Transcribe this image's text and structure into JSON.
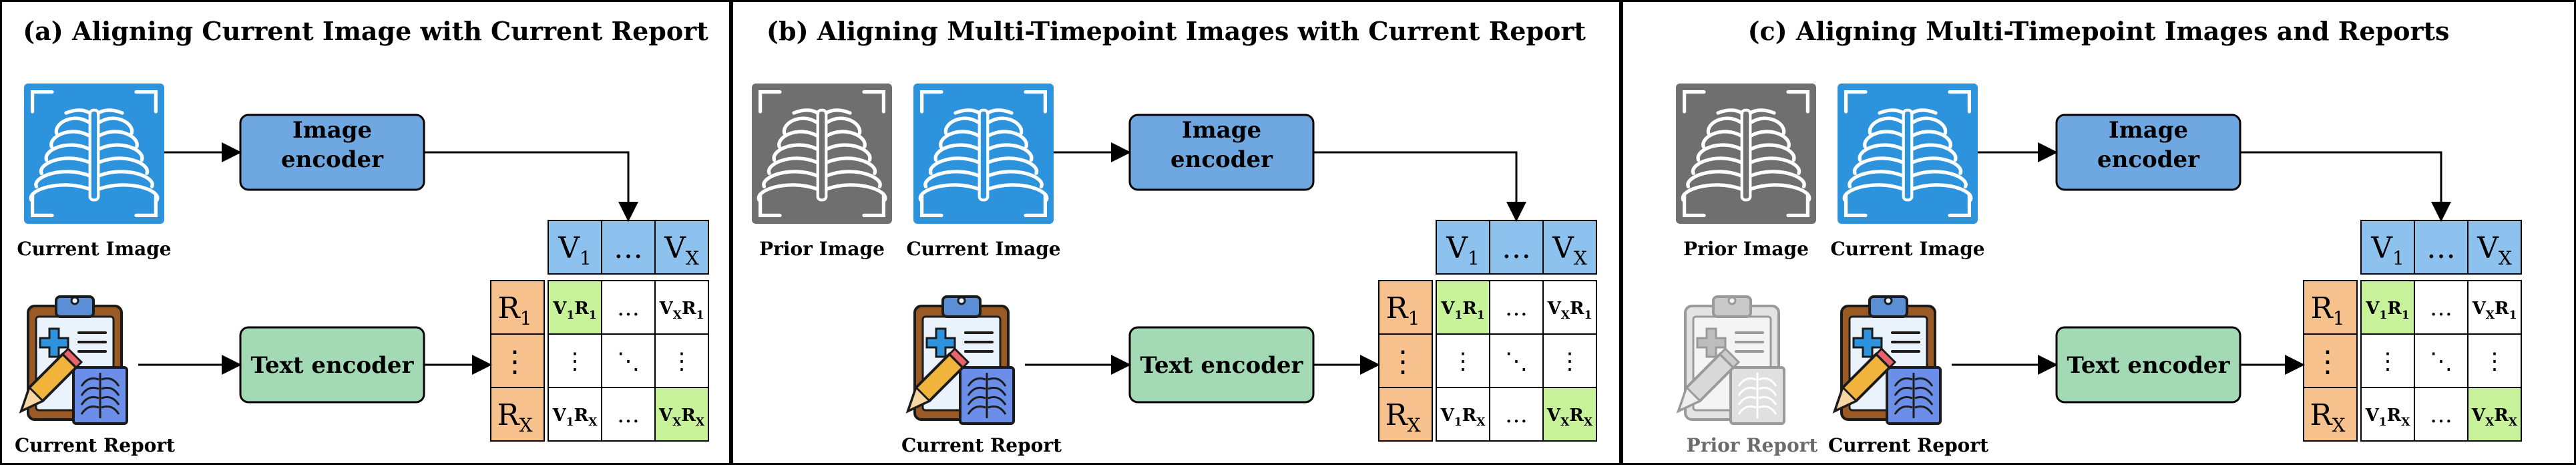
{
  "panels": [
    {
      "title": "(a) Aligning Current Image with Current Report",
      "images": [
        {
          "label": "Current Image",
          "style": "current"
        }
      ],
      "reports": [
        {
          "label": "Current Report",
          "style": "current"
        }
      ],
      "image_encoder": [
        "Image",
        "encoder"
      ],
      "text_encoder": "Text encoder"
    },
    {
      "title": "(b) Aligning Multi-Timepoint Images with Current Report",
      "images": [
        {
          "label": "Prior Image",
          "style": "prior"
        },
        {
          "label": "Current Image",
          "style": "current"
        }
      ],
      "reports": [
        {
          "label": "Current Report",
          "style": "current"
        }
      ],
      "image_encoder": [
        "Image",
        "encoder"
      ],
      "text_encoder": "Text encoder"
    },
    {
      "title": "(c) Aligning Multi-Timepoint Images and Reports",
      "images": [
        {
          "label": "Prior Image",
          "style": "prior"
        },
        {
          "label": "Current Image",
          "style": "current"
        }
      ],
      "reports": [
        {
          "label": "Prior Report",
          "style": "prior"
        },
        {
          "label": "Current Report",
          "style": "current"
        }
      ],
      "image_encoder": [
        "Image",
        "encoder"
      ],
      "text_encoder": "Text encoder"
    }
  ],
  "matrix": {
    "col_headers": [
      {
        "main": "V",
        "sub": "1"
      },
      {
        "main": "…",
        "sub": ""
      },
      {
        "main": "V",
        "sub": "X"
      }
    ],
    "row_headers": [
      {
        "main": "R",
        "sub": "1"
      },
      {
        "main": "⋮",
        "sub": ""
      },
      {
        "main": "R",
        "sub": "X"
      }
    ],
    "cells": [
      [
        {
          "parts": [
            "V",
            "1",
            "R",
            "1"
          ],
          "hl": true
        },
        {
          "dots": "…"
        },
        {
          "parts": [
            "V",
            "X",
            "R",
            "1"
          ],
          "hl": false
        }
      ],
      [
        {
          "dots": "⋮"
        },
        {
          "dots": "⋱"
        },
        {
          "dots": "⋮"
        }
      ],
      [
        {
          "parts": [
            "V",
            "1",
            "R",
            "X"
          ],
          "hl": false
        },
        {
          "dots": "…"
        },
        {
          "parts": [
            "V",
            "X",
            "R",
            "X"
          ],
          "hl": true
        }
      ]
    ]
  },
  "colors": {
    "image_current": "#2e93dd",
    "image_prior": "#6f6f6f",
    "image_encoder": "#6fa8e0",
    "text_encoder": "#a3d9b5",
    "col_header": "#8dc2ee",
    "row_header": "#f7c18d",
    "diag_cell": "#c8f29a"
  }
}
